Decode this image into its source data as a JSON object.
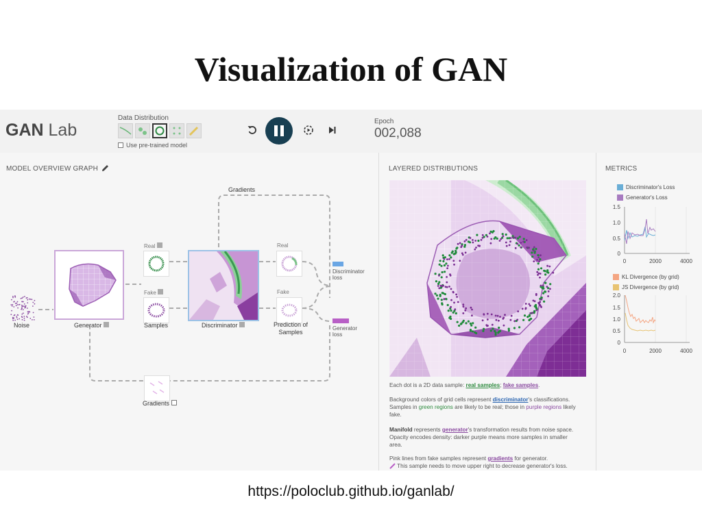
{
  "slide": {
    "title": "Visualization of GAN",
    "url": "https://poloclub.github.io/ganlab/"
  },
  "app": {
    "logo_bold": "GAN",
    "logo_light": " Lab",
    "data_distribution_label": "Data Distribution",
    "pretrained_label": "Use pre-trained model",
    "epoch_label": "Epoch",
    "epoch_value": "002,088",
    "icons": [
      "reset-icon",
      "pause-icon",
      "slow-motion-icon",
      "step-icon",
      "edit-icon"
    ]
  },
  "model_graph": {
    "title": "MODEL OVERVIEW GRAPH",
    "gradients_top": "Gradients",
    "gradients_bottom": "Gradients",
    "noise": "Noise",
    "generator": "Generator",
    "real_1": "Real",
    "fake_1": "Fake",
    "samples": "Samples",
    "discriminator": "Discriminator",
    "real_2": "Real",
    "fake_2": "Fake",
    "prediction_1": "Prediction of",
    "prediction_2": "Samples",
    "disc_loss_1": "Discriminator",
    "disc_loss_2": "loss",
    "gen_loss_1": "Generator",
    "gen_loss_2": "loss"
  },
  "layered": {
    "title": "LAYERED DISTRIBUTIONS",
    "p1_a": "Each dot is a 2D data sample: ",
    "p1_real": "real samples",
    "p1_sep": "; ",
    "p1_fake": "fake samples",
    "p1_end": ".",
    "p2_a": "Background colors of grid cells represent ",
    "p2_disc": "discriminator",
    "p2_b": "'s classifications.",
    "p2_c": "Samples in ",
    "p2_green": "green regions",
    "p2_d": " are likely to be real; those in ",
    "p2_purple": "purple regions",
    "p2_e": " likely",
    "p2_f": "fake.",
    "p3_bold": "Manifold",
    "p3_a": " represents ",
    "p3_gen": "generator",
    "p3_b": "'s transformation results from noise space.",
    "p3_c": "Opacity encodes density: darker purple means more samples in smaller",
    "p3_d": "area.",
    "p4_a": "Pink lines from fake samples represent ",
    "p4_grad": "gradients",
    "p4_b": " for generator.",
    "p5": "This sample needs to move upper right to decrease generator's loss."
  },
  "metrics": {
    "title": "METRICS",
    "colors": {
      "disc_loss": "#6aaed6",
      "gen_loss": "#a77bc0",
      "kl": "#f4a582",
      "js": "#e8c372"
    },
    "chart1": {
      "legend": [
        "Discriminator's Loss",
        "Generator's Loss"
      ],
      "yticks": [
        "1.5",
        "1.0",
        "0.5",
        "0"
      ],
      "xticks": [
        "0",
        "2000",
        "4000"
      ]
    },
    "chart2": {
      "legend": [
        "KL Divergence (by grid)",
        "JS Divergence (by grid)"
      ],
      "yticks": [
        "2.0",
        "1.5",
        "1.0",
        "0.5",
        "0"
      ],
      "xticks": [
        "0",
        "2000",
        "4000"
      ]
    }
  }
}
